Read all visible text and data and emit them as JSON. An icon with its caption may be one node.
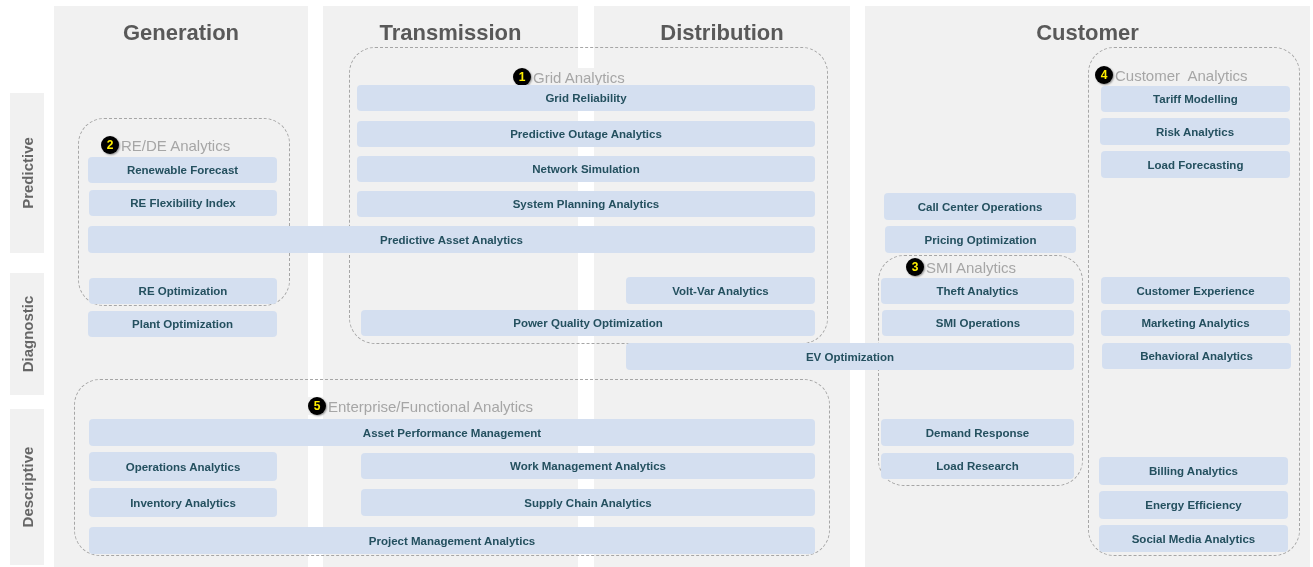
{
  "diagram": {
    "nodes": [
      {
        "text": [
          "Generation"
        ]
      },
      {
        "text": [
          "Transmission"
        ]
      },
      {
        "text": [
          "Distribution"
        ]
      },
      {
        "text": [
          "Customer"
        ]
      },
      {
        "text": [
          "Predictive"
        ]
      },
      {
        "text": [
          "Diagnostic"
        ]
      },
      {
        "text": [
          "Descriptive"
        ]
      },
      {
        "text": [
          "1",
          "Grid Analytics"
        ]
      },
      {
        "text": [
          "4",
          "Customer  Analytics"
        ],
        "in": 3
      },
      {
        "text": [
          "Grid Reliability"
        ],
        "in": 7
      },
      {
        "text": [
          "Tariff Modelling"
        ],
        "in": 8
      },
      {
        "text": [
          "Predictive Outage Analytics"
        ],
        "in": 7
      },
      {
        "text": [
          "Risk Analytics"
        ],
        "in": 8
      },
      {
        "text": [
          "2",
          "RE/DE Analytics"
        ],
        "in": 0
      },
      {
        "text": [
          "Renewable Forecast"
        ],
        "in": 13
      },
      {
        "text": [
          "Network Simulation"
        ],
        "in": 7
      },
      {
        "text": [
          "Load Forecasting"
        ],
        "in": 8
      },
      {
        "text": [
          "RE Flexibility Index"
        ],
        "in": 13
      },
      {
        "text": [
          "System Planning Analytics"
        ],
        "in": 7
      },
      {
        "text": [
          "Call Center Operations"
        ],
        "in": 3
      },
      {
        "text": [
          "Predictive Asset Analytics"
        ]
      },
      {
        "text": [
          "Pricing Optimization"
        ],
        "in": 3
      },
      {
        "text": [
          "3",
          "SMI Analytics"
        ],
        "in": 3
      },
      {
        "text": [
          "RE Optimization"
        ],
        "in": 13
      },
      {
        "text": [
          "Volt-Var Analytics"
        ]
      },
      {
        "text": [
          "Theft Analytics"
        ],
        "in": 22
      },
      {
        "text": [
          "Customer Experience"
        ],
        "in": 8
      },
      {
        "text": [
          "Plant Optimization"
        ],
        "in": 0
      },
      {
        "text": [
          "Power Quality Optimization"
        ],
        "in": 7
      },
      {
        "text": [
          "SMI Operations"
        ],
        "in": 22
      },
      {
        "text": [
          "Marketing Analytics"
        ],
        "in": 8
      },
      {
        "text": [
          "EV Optimization"
        ]
      },
      {
        "text": [
          "Behavioral Analytics"
        ],
        "in": 8
      },
      {
        "text": [
          "5",
          "Enterprise/Functional Analytics"
        ]
      },
      {
        "text": [
          "Asset Performance Management"
        ],
        "in": 33
      },
      {
        "text": [
          "Demand Response"
        ],
        "in": 22
      },
      {
        "text": [
          "Operations Analytics"
        ]
      },
      {
        "text": [
          "Work Management Analytics"
        ],
        "in": 33
      },
      {
        "text": [
          "Load Research"
        ],
        "in": 22
      },
      {
        "text": [
          "Billing Analytics"
        ],
        "in": 8
      },
      {
        "text": [
          "Inventory Analytics"
        ]
      },
      {
        "text": [
          "Supply Chain Analytics"
        ],
        "in": 33
      },
      {
        "text": [
          "Energy Efficiency"
        ],
        "in": 8
      },
      {
        "text": [
          "Project Management Analytics"
        ],
        "in": 33
      },
      {
        "text": [
          "Social Media Analytics"
        ],
        "in": 8
      }
    ]
  }
}
